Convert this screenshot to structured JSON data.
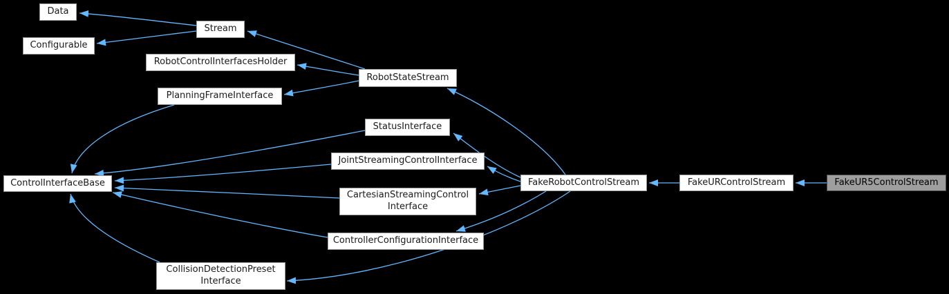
{
  "diagram": {
    "kind": "class-inheritance-graph",
    "background_color": "#000000",
    "edge_color": "#63B8FF",
    "node_fill_color": "#ffffff",
    "node_border_color": "#9b9b9b",
    "highlight_fill_color": "#9e9e9e",
    "highlight_border_color": "#4a4a4a",
    "highlighted_node": "FakeUR5ControlStream"
  },
  "nodes": {
    "data": {
      "label": "Data"
    },
    "configurable": {
      "label": "Configurable"
    },
    "stream": {
      "label": "Stream"
    },
    "robot_control_interfaces_holder": {
      "label": "RobotControlInterfacesHolder"
    },
    "planning_frame_interface": {
      "label": "PlanningFrameInterface"
    },
    "robot_state_stream": {
      "label": "RobotStateStream"
    },
    "status_interface": {
      "label": "StatusInterface"
    },
    "joint_streaming_control_interface": {
      "label": "JointStreamingControlInterface"
    },
    "control_interface_base": {
      "label": "ControlInterfaceBase"
    },
    "cartesian_streaming_control_interface": {
      "label": "CartesianStreamingControl\nInterface"
    },
    "controller_configuration_interface": {
      "label": "ControllerConfigurationInterface"
    },
    "fake_robot_control_stream": {
      "label": "FakeRobotControlStream"
    },
    "fake_ur_control_stream": {
      "label": "FakeURControlStream"
    },
    "fake_ur5_control_stream": {
      "label": "FakeUR5ControlStream"
    },
    "collision_detection_preset_interface": {
      "label": "CollisionDetectionPreset\nInterface"
    }
  },
  "edges": [
    {
      "from": "Stream",
      "to": "Data"
    },
    {
      "from": "Stream",
      "to": "Configurable"
    },
    {
      "from": "RobotStateStream",
      "to": "Stream"
    },
    {
      "from": "RobotStateStream",
      "to": "RobotControlInterfacesHolder"
    },
    {
      "from": "RobotStateStream",
      "to": "PlanningFrameInterface"
    },
    {
      "from": "PlanningFrameInterface",
      "to": "ControlInterfaceBase"
    },
    {
      "from": "StatusInterface",
      "to": "ControlInterfaceBase"
    },
    {
      "from": "JointStreamingControlInterface",
      "to": "ControlInterfaceBase"
    },
    {
      "from": "CartesianStreamingControlInterface",
      "to": "ControlInterfaceBase"
    },
    {
      "from": "ControllerConfigurationInterface",
      "to": "ControlInterfaceBase"
    },
    {
      "from": "CollisionDetectionPresetInterface",
      "to": "ControlInterfaceBase"
    },
    {
      "from": "FakeRobotControlStream",
      "to": "RobotStateStream"
    },
    {
      "from": "FakeRobotControlStream",
      "to": "StatusInterface"
    },
    {
      "from": "FakeRobotControlStream",
      "to": "JointStreamingControlInterface"
    },
    {
      "from": "FakeRobotControlStream",
      "to": "CartesianStreamingControlInterface"
    },
    {
      "from": "FakeRobotControlStream",
      "to": "ControllerConfigurationInterface"
    },
    {
      "from": "FakeRobotControlStream",
      "to": "CollisionDetectionPresetInterface"
    },
    {
      "from": "FakeURControlStream",
      "to": "FakeRobotControlStream"
    },
    {
      "from": "FakeUR5ControlStream",
      "to": "FakeURControlStream"
    }
  ]
}
